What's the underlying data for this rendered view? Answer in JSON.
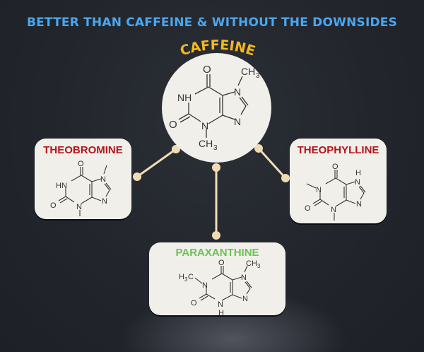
{
  "header": {
    "title": "BETTER THAN CAFFEINE & WITHOUT THE DOWNSIDES",
    "title_color": "#4aa6ef"
  },
  "center": {
    "label": "CAFFEINE",
    "label_color": "#f4b81f",
    "atoms": {
      "o_top": "O",
      "nh": "NH",
      "o_left": "O",
      "n_bottom": "N",
      "ch3_bottom": "CH",
      "sub3_bottom": "3",
      "n_top": "N",
      "ch3_top": "CH",
      "sub3_top": "3",
      "n_right": "N"
    }
  },
  "cards": {
    "theobromine": {
      "title": "THEOBROMINE",
      "color": "#b3141c",
      "atoms": {
        "o_top": "O",
        "hn": "HN",
        "o_left": "O",
        "n_bottom": "N",
        "n_top": "N",
        "n_right": "N"
      }
    },
    "theophylline": {
      "title": "THEOPHYLLINE",
      "color": "#b3141c",
      "atoms": {
        "o_top": "O",
        "n_left": "N",
        "o_left": "O",
        "n_bottom": "N",
        "h_top": "H",
        "n_top": "N",
        "n_right": "N"
      }
    },
    "paraxanthine": {
      "title": "PARAXANTHINE",
      "color": "#6cc255",
      "atoms": {
        "o_top": "O",
        "h3c": "H",
        "sub3_left": "3",
        "c_left": "C",
        "n_left": "N",
        "o_left": "O",
        "n_bottom": "N",
        "h_bottom": "H",
        "n_top": "N",
        "ch3_top": "CH",
        "sub3_top": "3",
        "n_right": "N"
      }
    }
  },
  "connector_color": "#efdcb6"
}
